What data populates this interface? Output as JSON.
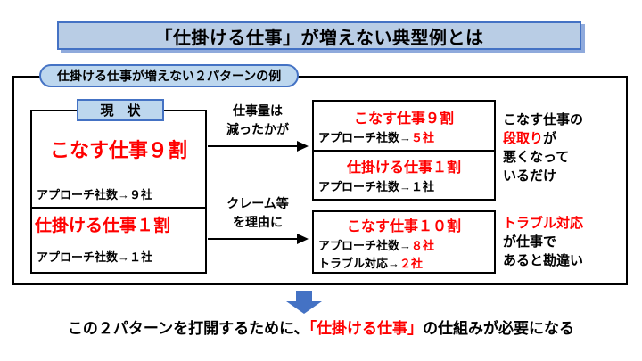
{
  "title": "「仕掛ける仕事」が増えない典型例とは",
  "box_label": "仕掛ける仕事が増えない２パターンの例",
  "current": {
    "header": "現　状",
    "work1": "こなす仕事９割",
    "sub1": "アプローチ社数→９社",
    "work2": "仕掛ける仕事１割",
    "sub2": "アプローチ社数→１社"
  },
  "transition1": {
    "line1": "仕事量は",
    "line2": "減ったかが"
  },
  "transition2": {
    "line1": "クレーム等",
    "line2": "を理由に"
  },
  "pattern1": {
    "work1": "こなす仕事９割",
    "sub1_label": "アプローチ社数→",
    "sub1_value": "５社",
    "work2": "仕掛ける仕事１割",
    "sub2": "アプローチ社数→１社"
  },
  "note1": {
    "line1": "こなす仕事の",
    "line2_red": "段取り",
    "line2_black": "が",
    "line3": "悪くなって",
    "line4": "いるだけ"
  },
  "pattern2": {
    "work1": "こなす仕事１０割",
    "sub1_label": "アプローチ社数→",
    "sub1_value": "８社",
    "sub2_label": "トラブル対応→",
    "sub2_value": "２社"
  },
  "note2": {
    "line1_red": "トラブル対応",
    "line2": "が仕事で",
    "line3": "あると勘違い"
  },
  "conclusion": {
    "pre": "この２パターンを打開するために、",
    "highlight": "「仕掛ける仕事」",
    "post": "の仕組みが必要になる"
  },
  "colors": {
    "accent_red": "#ff0000",
    "blue_border": "#4472c4",
    "light_blue_fill": "#bdd7ee",
    "title_fill": "#b9cde5"
  }
}
